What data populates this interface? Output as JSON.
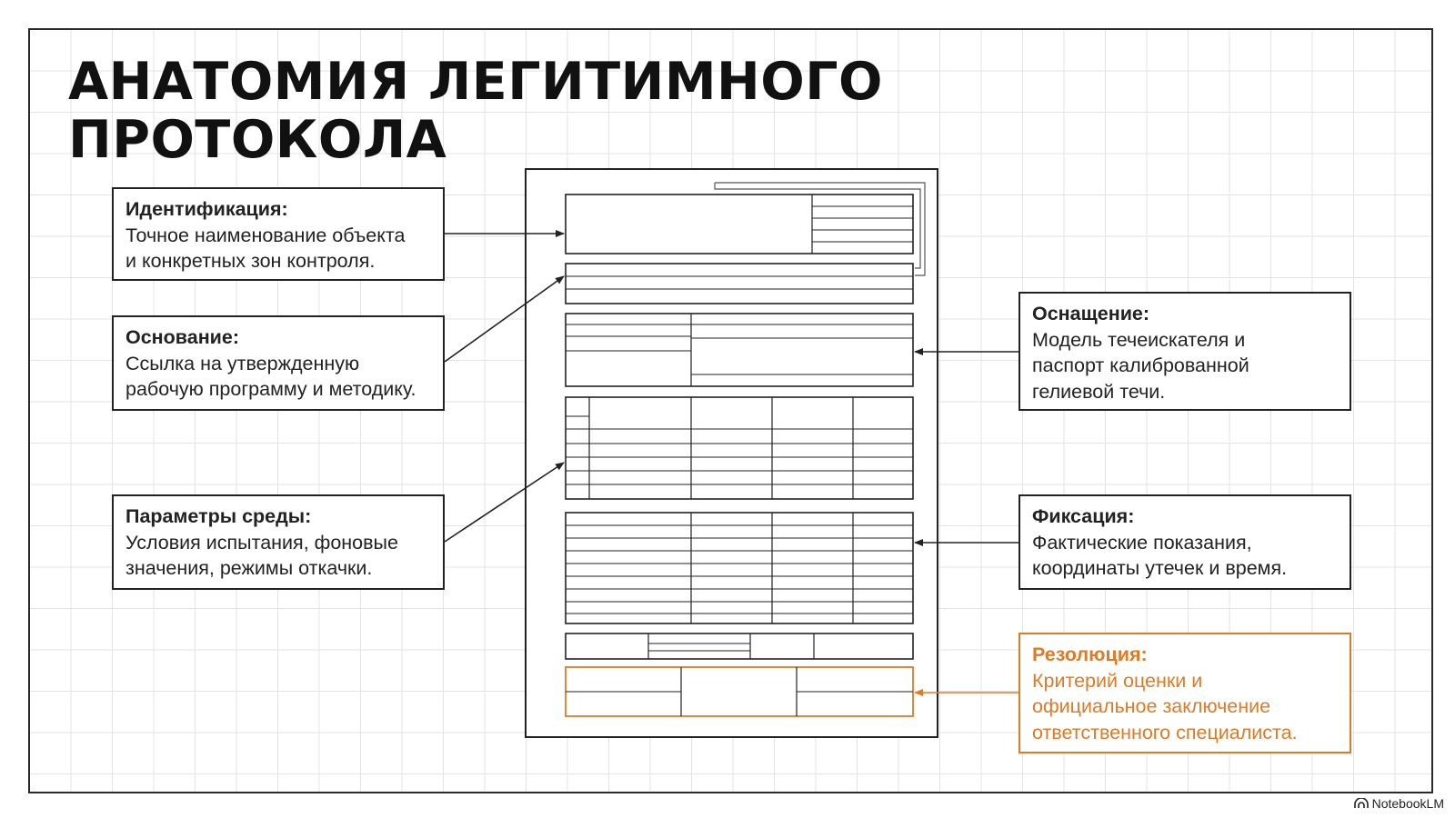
{
  "title": {
    "line1": "АНАТОМИЯ ЛЕГИТИМНОГО",
    "line2": "ПРОТОКОЛА"
  },
  "callouts": {
    "identification": {
      "title": "Идентификация:",
      "line1": "Точное наименование объекта",
      "line2": "и конкретных зон контроля."
    },
    "basis": {
      "title": "Основание:",
      "line1": "Ссылка на утвержденную",
      "line2": "рабочую программу и методику."
    },
    "environment": {
      "title": "Параметры среды:",
      "line1": "Условия испытания, фоновые",
      "line2": "значения, режимы откачки."
    },
    "equipment": {
      "title": "Оснащение:",
      "line1": "Модель течеискателя и",
      "line2": "паспорт калиброванной",
      "line3": "гелиевой течи."
    },
    "fixation": {
      "title": "Фиксация:",
      "line1": "Фактические показания,",
      "line2": "координаты утечек и время."
    },
    "resolution": {
      "title": "Резолюция:",
      "line1": "Критерий оценки и",
      "line2": "официальное заключение",
      "line3": "ответственного специалиста."
    }
  },
  "colors": {
    "ink": "#222222",
    "accent": "#e07a26",
    "grid": "#e3e3e3"
  },
  "footer": {
    "brand": "NotebookLM",
    "icon": "notebooklm-logo-icon"
  }
}
